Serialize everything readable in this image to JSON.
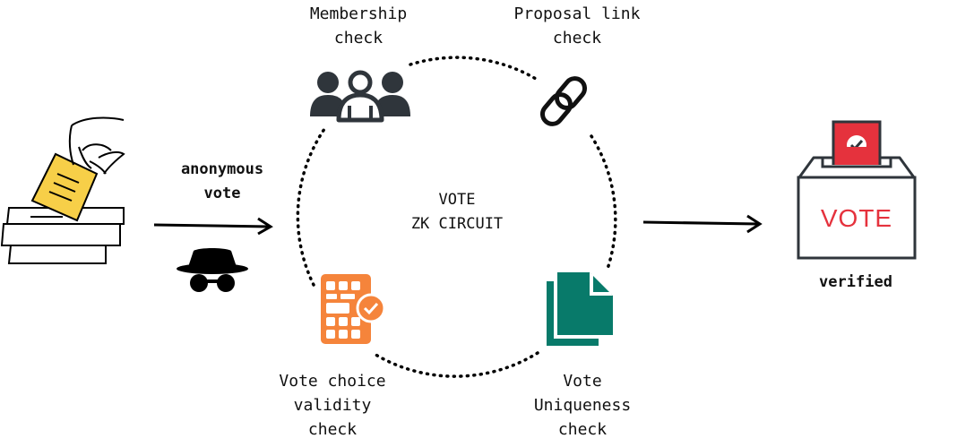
{
  "labels": {
    "membership": [
      "Membership",
      "check"
    ],
    "proposal": [
      "Proposal link",
      "check"
    ],
    "anonymous": [
      "anonymous",
      "vote"
    ],
    "circuit": [
      "VOTE",
      "ZK CIRCUIT"
    ],
    "validity": [
      "Vote choice",
      "validity",
      "check"
    ],
    "uniqueness": [
      "Vote",
      "Uniqueness",
      "check"
    ],
    "verified": "verified",
    "ballot_box_text": "VOTE"
  },
  "colors": {
    "ink": "#000000",
    "icon_dark": "#2f353b",
    "paper_yellow": "#f7cf48",
    "ballot_red": "#e5323d",
    "calc_orange": "#f5843b",
    "doc_green": "#087a6a"
  },
  "icons": [
    "ballot-hand-icon",
    "incognito-spy-icon",
    "group-users-icon",
    "chain-link-icon",
    "calculator-check-icon",
    "duplicate-document-icon",
    "ballot-box-icon"
  ]
}
